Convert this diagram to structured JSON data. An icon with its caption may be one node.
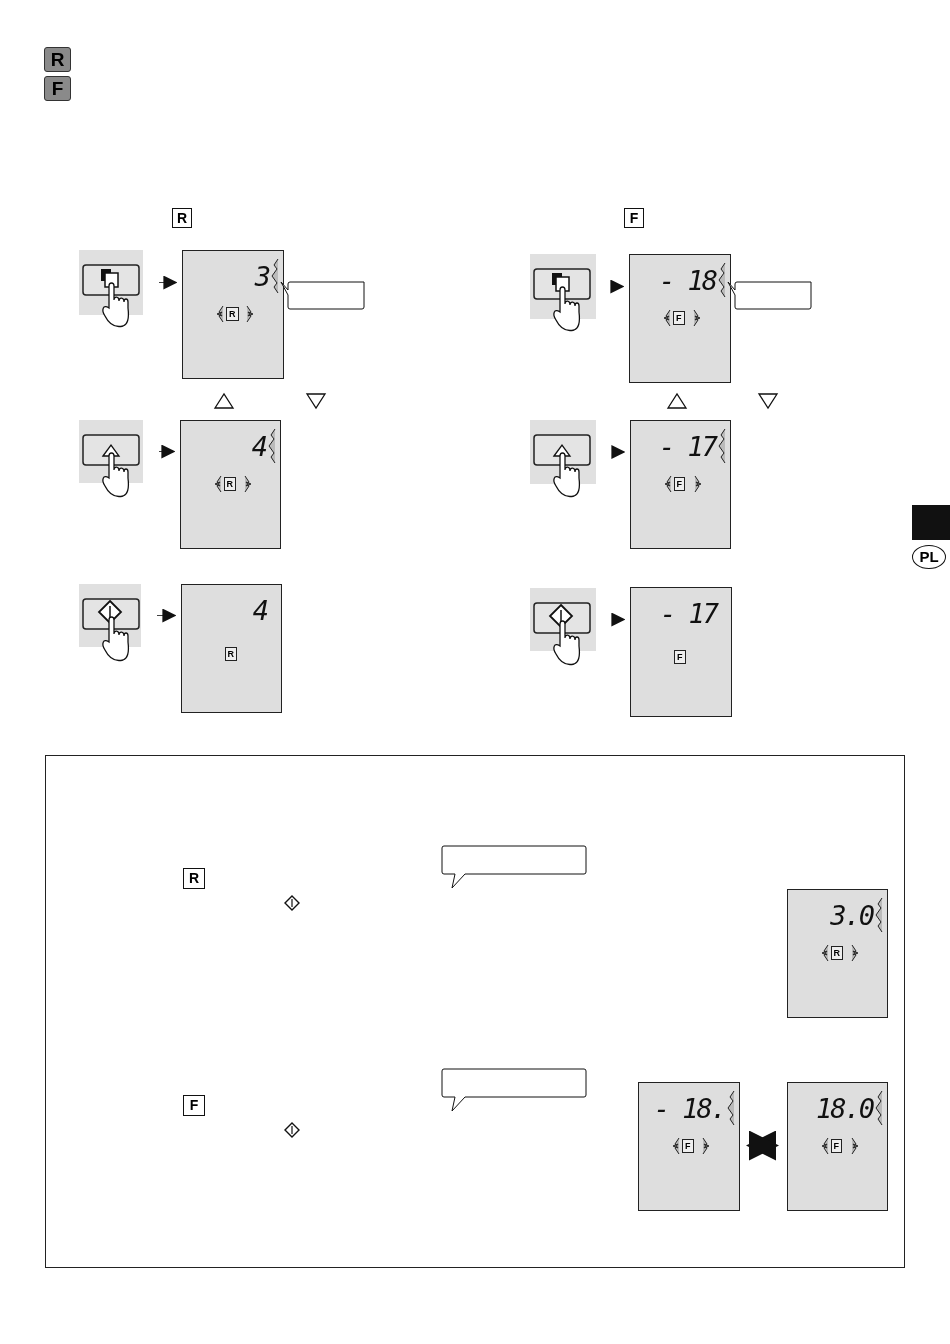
{
  "diagram": {
    "nodes": [
      {
        "text": [],
        "shape": "picture"
      },
      {
        "text": [
          "3",
          "R"
        ]
      },
      {
        "text": [],
        "shape": "picture"
      },
      {
        "text": [
          "- 18",
          "F"
        ]
      },
      {
        "text": [],
        "shape": "picture"
      },
      {
        "text": [
          "4",
          "R"
        ]
      },
      {
        "text": [],
        "shape": "picture"
      },
      {
        "text": [
          "- 17",
          "F"
        ]
      },
      {
        "text": [],
        "shape": "picture"
      },
      {
        "text": [
          "4",
          "R"
        ]
      },
      {
        "text": [],
        "shape": "picture"
      },
      {
        "text": [
          "- 17",
          "F"
        ]
      },
      {
        "text": [],
        "shape": "box"
      },
      {
        "text": [
          "3.0",
          "R"
        ],
        "in": 12
      },
      {
        "text": [
          "- 18.",
          "F"
        ],
        "in": 12
      },
      {
        "text": [
          "18.0",
          "F"
        ],
        "in": 12
      },
      {
        "text": [],
        "shape": "callout"
      },
      {
        "text": [],
        "shape": "callout"
      },
      {
        "text": [],
        "shape": "callout",
        "in": 12
      },
      {
        "text": [],
        "shape": "callout",
        "in": 12
      }
    ],
    "edges": [
      {
        "from": 0,
        "to": 1,
        "arrow": "to"
      },
      {
        "from": 2,
        "to": 3,
        "arrow": "to"
      },
      {
        "from": 4,
        "to": 5,
        "arrow": "to"
      },
      {
        "from": 6,
        "to": 7,
        "arrow": "to"
      },
      {
        "from": 8,
        "to": 9,
        "arrow": "to"
      },
      {
        "from": 10,
        "to": 11,
        "arrow": "to"
      },
      {
        "from": 14,
        "to": 15,
        "arrow": "both",
        "style": "thick"
      }
    ],
    "labels": [
      "R",
      "F",
      "R",
      "F",
      "PL",
      "R",
      "F"
    ]
  }
}
